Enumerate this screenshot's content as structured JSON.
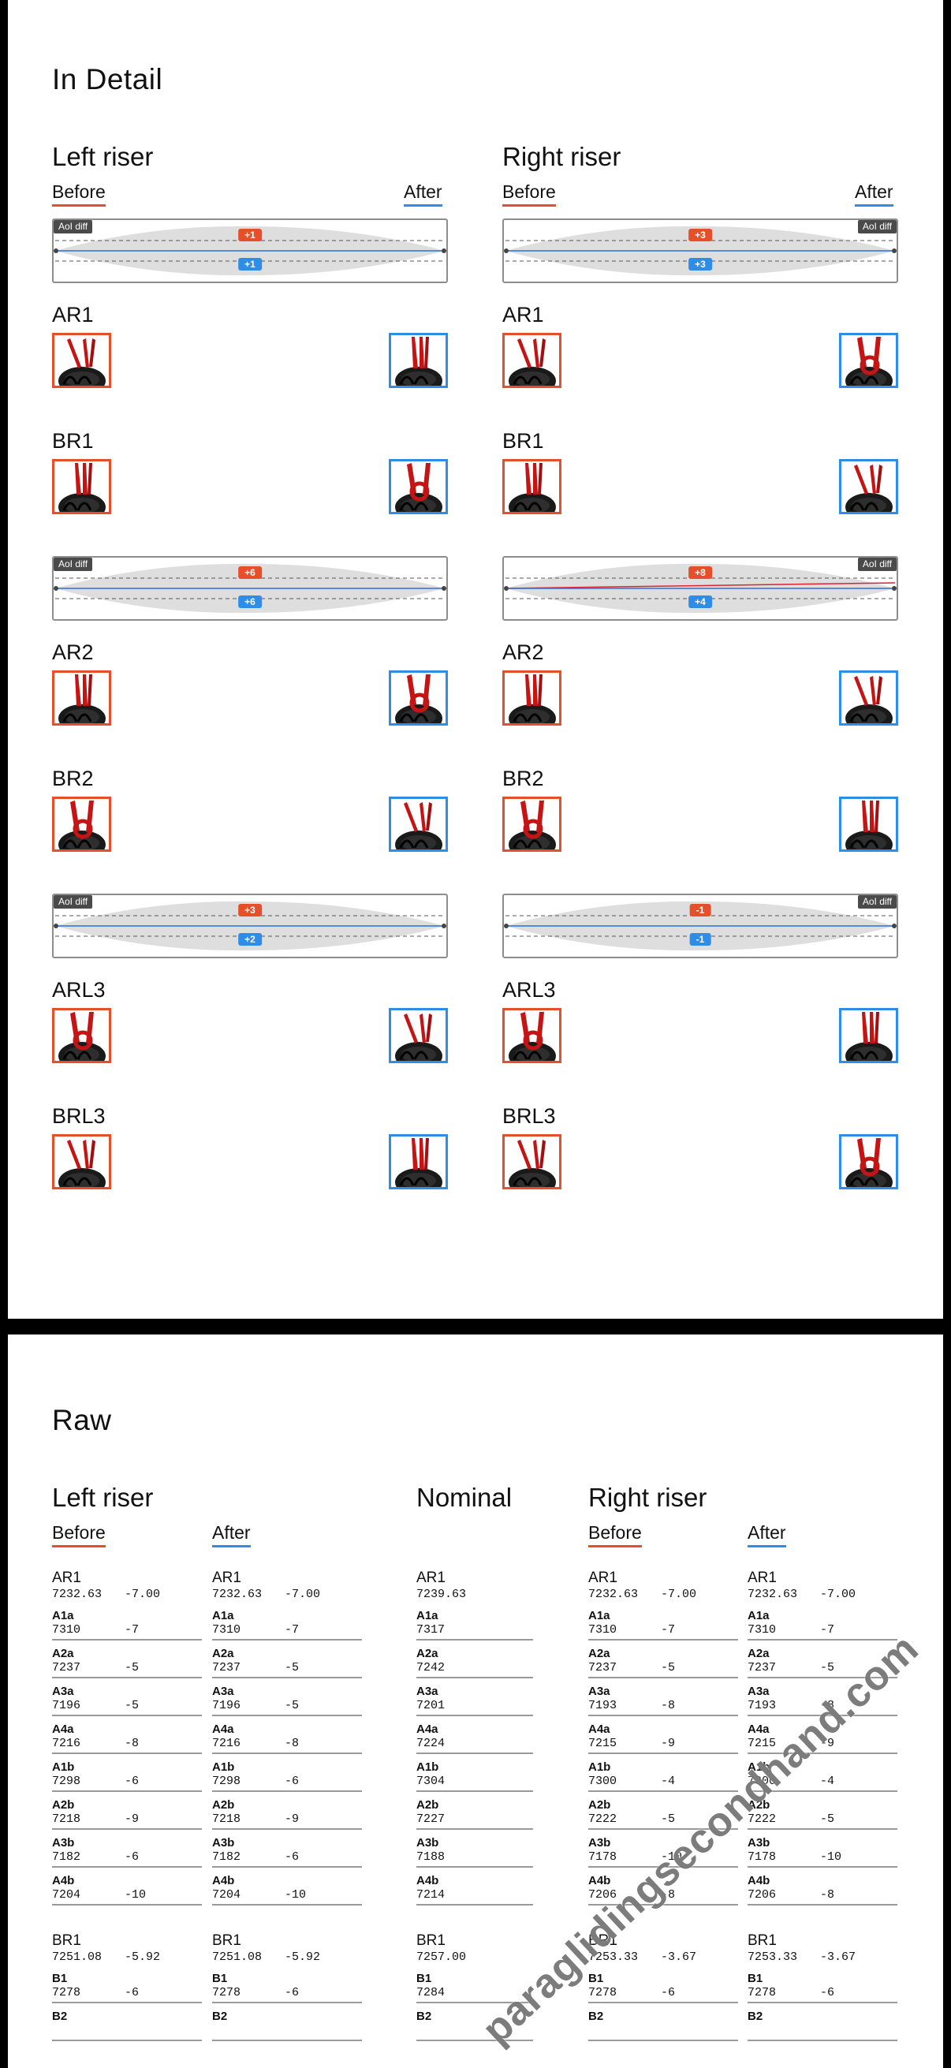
{
  "detail": {
    "title": "In Detail",
    "aoi_tag": "AoI diff",
    "left": {
      "heading": "Left riser",
      "before": "Before",
      "after": "After",
      "groups": [
        {
          "aoi_top": "+1",
          "aoi_bottom": "+1",
          "rows": [
            "AR1",
            "BR1"
          ]
        },
        {
          "aoi_top": "+6",
          "aoi_bottom": "+6",
          "rows": [
            "AR2",
            "BR2"
          ]
        },
        {
          "aoi_top": "+3",
          "aoi_bottom": "+2",
          "rows": [
            "ARL3",
            "BRL3"
          ]
        }
      ]
    },
    "right": {
      "heading": "Right riser",
      "before": "Before",
      "after": "After",
      "groups": [
        {
          "aoi_top": "+3",
          "aoi_bottom": "+3",
          "rows": [
            "AR1",
            "BR1"
          ]
        },
        {
          "aoi_top": "+8",
          "aoi_bottom": "+4",
          "rows": [
            "AR2",
            "BR2"
          ]
        },
        {
          "aoi_top": "-1",
          "aoi_bottom": "-1",
          "rows": [
            "ARL3",
            "BRL3"
          ]
        }
      ]
    }
  },
  "raw": {
    "title": "Raw",
    "left_heading": "Left riser",
    "nominal_heading": "Nominal",
    "right_heading": "Right riser",
    "before": "Before",
    "after": "After",
    "left_before": [
      {
        "name": "AR1",
        "v1": "7232.63",
        "v2": "-7.00",
        "items": [
          {
            "l": "A1a",
            "v": "7310",
            "d": "-7"
          },
          {
            "l": "A2a",
            "v": "7237",
            "d": "-5"
          },
          {
            "l": "A3a",
            "v": "7196",
            "d": "-5"
          },
          {
            "l": "A4a",
            "v": "7216",
            "d": "-8"
          },
          {
            "l": "A1b",
            "v": "7298",
            "d": "-6"
          },
          {
            "l": "A2b",
            "v": "7218",
            "d": "-9"
          },
          {
            "l": "A3b",
            "v": "7182",
            "d": "-6"
          },
          {
            "l": "A4b",
            "v": "7204",
            "d": "-10"
          }
        ]
      },
      {
        "name": "BR1",
        "v1": "7251.08",
        "v2": "-5.92",
        "items": [
          {
            "l": "B1",
            "v": "7278",
            "d": "-6"
          },
          {
            "l": "B2",
            "v": "",
            "d": ""
          }
        ]
      }
    ],
    "left_after": [
      {
        "name": "AR1",
        "v1": "7232.63",
        "v2": "-7.00",
        "items": [
          {
            "l": "A1a",
            "v": "7310",
            "d": "-7"
          },
          {
            "l": "A2a",
            "v": "7237",
            "d": "-5"
          },
          {
            "l": "A3a",
            "v": "7196",
            "d": "-5"
          },
          {
            "l": "A4a",
            "v": "7216",
            "d": "-8"
          },
          {
            "l": "A1b",
            "v": "7298",
            "d": "-6"
          },
          {
            "l": "A2b",
            "v": "7218",
            "d": "-9"
          },
          {
            "l": "A3b",
            "v": "7182",
            "d": "-6"
          },
          {
            "l": "A4b",
            "v": "7204",
            "d": "-10"
          }
        ]
      },
      {
        "name": "BR1",
        "v1": "7251.08",
        "v2": "-5.92",
        "items": [
          {
            "l": "B1",
            "v": "7278",
            "d": "-6"
          },
          {
            "l": "B2",
            "v": "",
            "d": ""
          }
        ]
      }
    ],
    "nominal": [
      {
        "name": "AR1",
        "v1": "7239.63",
        "v2": "",
        "items": [
          {
            "l": "A1a",
            "v": "7317",
            "d": ""
          },
          {
            "l": "A2a",
            "v": "7242",
            "d": ""
          },
          {
            "l": "A3a",
            "v": "7201",
            "d": ""
          },
          {
            "l": "A4a",
            "v": "7224",
            "d": ""
          },
          {
            "l": "A1b",
            "v": "7304",
            "d": ""
          },
          {
            "l": "A2b",
            "v": "7227",
            "d": ""
          },
          {
            "l": "A3b",
            "v": "7188",
            "d": ""
          },
          {
            "l": "A4b",
            "v": "7214",
            "d": ""
          }
        ]
      },
      {
        "name": "BR1",
        "v1": "7257.00",
        "v2": "",
        "items": [
          {
            "l": "B1",
            "v": "7284",
            "d": ""
          },
          {
            "l": "B2",
            "v": "",
            "d": ""
          }
        ]
      }
    ],
    "right_before": [
      {
        "name": "AR1",
        "v1": "7232.63",
        "v2": "-7.00",
        "items": [
          {
            "l": "A1a",
            "v": "7310",
            "d": "-7"
          },
          {
            "l": "A2a",
            "v": "7237",
            "d": "-5"
          },
          {
            "l": "A3a",
            "v": "7193",
            "d": "-8"
          },
          {
            "l": "A4a",
            "v": "7215",
            "d": "-9"
          },
          {
            "l": "A1b",
            "v": "7300",
            "d": "-4"
          },
          {
            "l": "A2b",
            "v": "7222",
            "d": "-5"
          },
          {
            "l": "A3b",
            "v": "7178",
            "d": "-10"
          },
          {
            "l": "A4b",
            "v": "7206",
            "d": "-8"
          }
        ]
      },
      {
        "name": "BR1",
        "v1": "7253.33",
        "v2": "-3.67",
        "items": [
          {
            "l": "B1",
            "v": "7278",
            "d": "-6"
          },
          {
            "l": "B2",
            "v": "",
            "d": ""
          }
        ]
      }
    ],
    "right_after": [
      {
        "name": "AR1",
        "v1": "7232.63",
        "v2": "-7.00",
        "items": [
          {
            "l": "A1a",
            "v": "7310",
            "d": "-7"
          },
          {
            "l": "A2a",
            "v": "7237",
            "d": "-5"
          },
          {
            "l": "A3a",
            "v": "7193",
            "d": "-8"
          },
          {
            "l": "A4a",
            "v": "7215",
            "d": "-9"
          },
          {
            "l": "A1b",
            "v": "7300",
            "d": "-4"
          },
          {
            "l": "A2b",
            "v": "7222",
            "d": "-5"
          },
          {
            "l": "A3b",
            "v": "7178",
            "d": "-10"
          },
          {
            "l": "A4b",
            "v": "7206",
            "d": "-8"
          }
        ]
      },
      {
        "name": "BR1",
        "v1": "7253.33",
        "v2": "-3.67",
        "items": [
          {
            "l": "B1",
            "v": "7278",
            "d": "-6"
          },
          {
            "l": "B2",
            "v": "",
            "d": ""
          }
        ]
      }
    ]
  },
  "watermark": "paraglidingsecondhand.com",
  "colors": {
    "before": "#e5502a",
    "after": "#2e8de8"
  }
}
